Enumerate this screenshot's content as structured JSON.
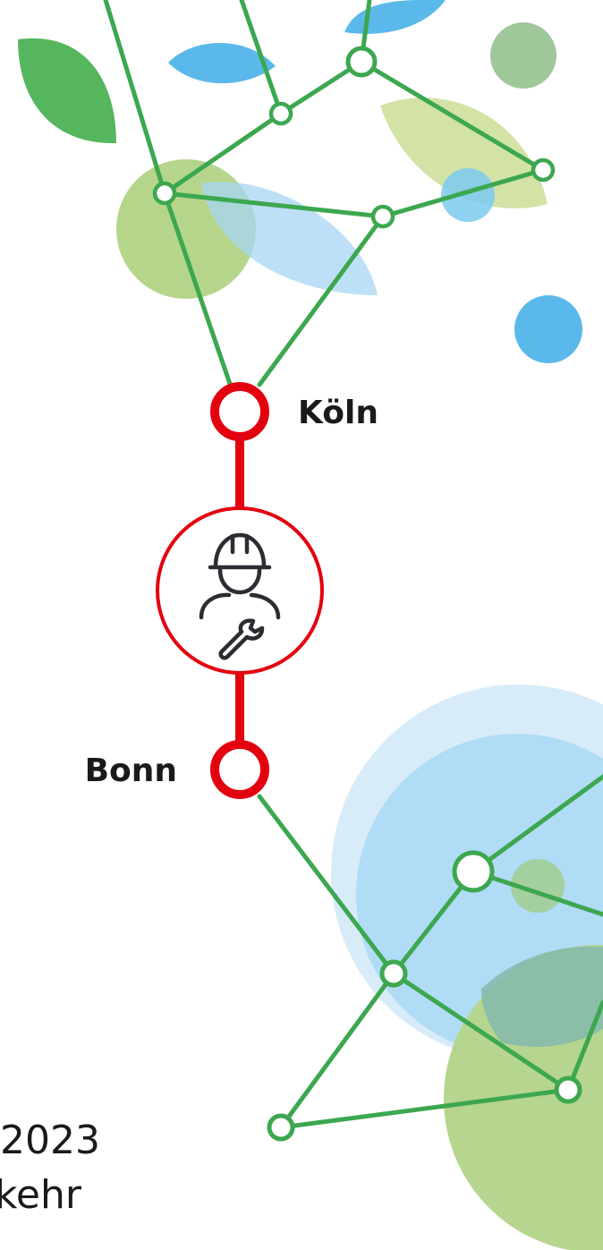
{
  "stations": {
    "top": "Köln",
    "bottom": "Bonn"
  },
  "icons": {
    "center": "construction-worker-wrench-icon"
  },
  "bottom_text": {
    "line1": "2023",
    "line2": "kehr"
  },
  "colors": {
    "route_red": "#e3000f",
    "network_green": "#3ca74f",
    "leaf_blue": "#5ab9ea",
    "leaf_green": "#56b65e",
    "light_green": "#b8d67d",
    "light_blue": "#a9d8f5",
    "icon_gray": "#2b2d33"
  }
}
